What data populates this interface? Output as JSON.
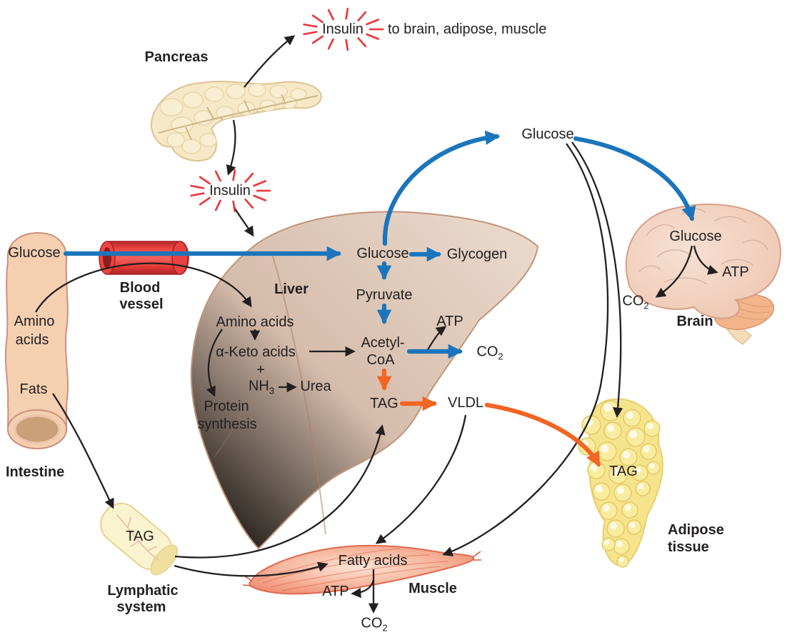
{
  "colors": {
    "glucose_arrow_blue": "#1b75bc",
    "lipid_arrow_orange": "#f26522",
    "insulin_burst_red": "#ed3237",
    "blood_vessel_red": "#e63a36",
    "text_black": "#231f20",
    "liver_tan": "#cdb1a0",
    "pancreas_cream": "#f7e8c8",
    "adipose_yellow": "#f9ec9e",
    "muscle_salmon": "#f4a088",
    "brain_pink": "#f2d3c2",
    "lymph_cream": "#faf3d0",
    "intestine_peach": "#f4d0b1"
  },
  "insulin_release": {
    "burst1_label": "Insulin",
    "destination": "to brain, adipose, muscle",
    "burst2_label": "Insulin"
  },
  "pancreas": {
    "label": "Pancreas"
  },
  "intestine": {
    "label": "Intestine",
    "glucose": "Glucose",
    "amino_line1": "Amino",
    "amino_line2": "acids",
    "fats": "Fats"
  },
  "blood_vessel": {
    "line1": "Blood",
    "line2": "vessel"
  },
  "liver": {
    "label": "Liver",
    "glucose": "Glucose",
    "glycogen": "Glycogen",
    "pyruvate": "Pyruvate",
    "acetyl_line1": "Acetyl-",
    "acetyl_line2": "CoA",
    "atp": "ATP",
    "co2_base": "CO",
    "co2_sub": "2",
    "tag": "TAG",
    "vldl": "VLDL",
    "amino_acids": "Amino acids",
    "keto_acids": "α-Keto acids",
    "plus": "+",
    "nh3_base": "NH",
    "nh3_sub": "3",
    "urea": "Urea",
    "protein_line1": "Protein",
    "protein_line2": "synthesis"
  },
  "blood_glucose": {
    "label": "Glucose"
  },
  "brain": {
    "label": "Brain",
    "glucose": "Glucose",
    "atp": "ATP",
    "co2_base": "CO",
    "co2_sub": "2"
  },
  "adipose": {
    "label_line1": "Adipose",
    "label_line2": "tissue",
    "tag": "TAG"
  },
  "muscle": {
    "label": "Muscle",
    "fatty_acids": "Fatty acids",
    "atp": "ATP",
    "co2_base": "CO",
    "co2_sub": "2"
  },
  "lymphatic": {
    "label_line1": "Lymphatic",
    "label_line2": "system",
    "tag": "TAG"
  }
}
